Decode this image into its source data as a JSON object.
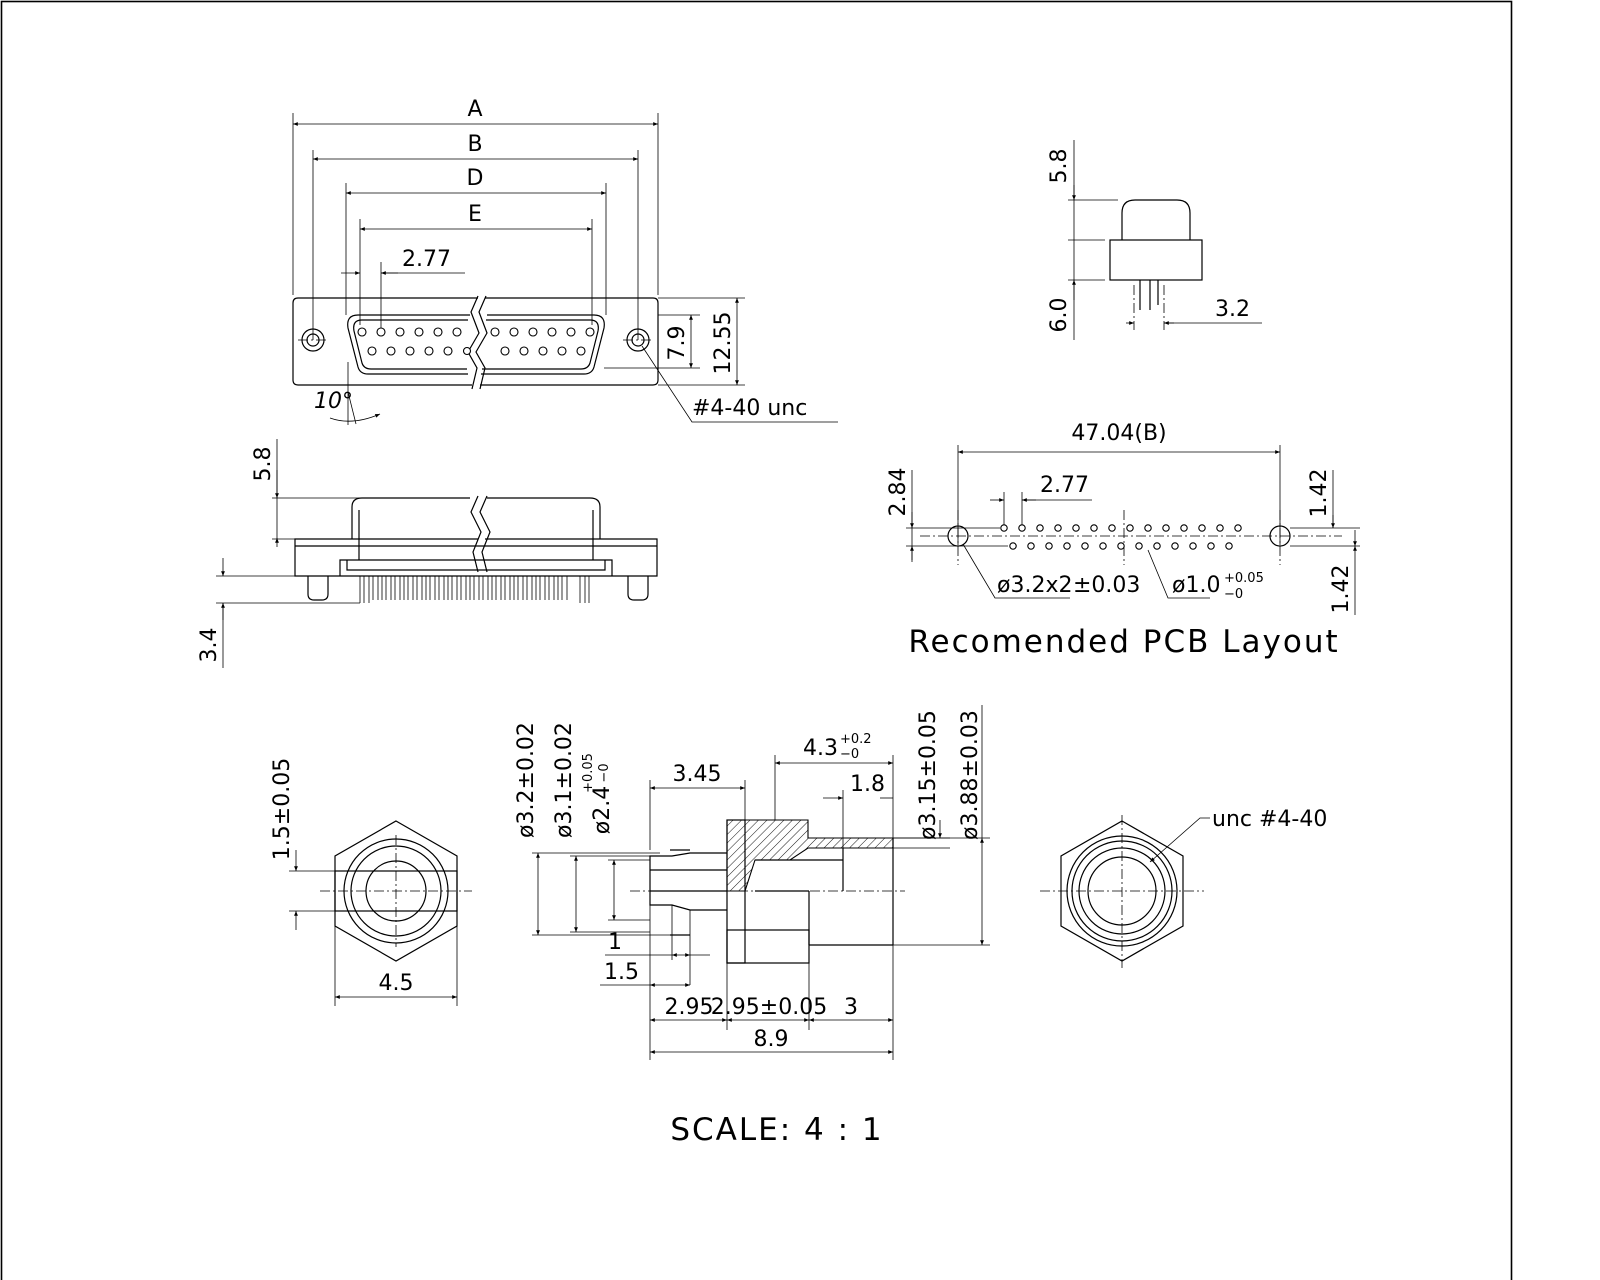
{
  "front_view": {
    "dims": {
      "a": "A",
      "b": "B",
      "d": "D",
      "e": "E",
      "pitch": "2.77",
      "h1": "7.9",
      "h2": "12.55",
      "angle": "10°"
    },
    "thread_callout": "#4-40  unc"
  },
  "side_view": {
    "height": "5.8",
    "pin_len": "3.4"
  },
  "end_view": {
    "top": "5.8",
    "bottom": "6.0",
    "pin_dist": "3.2"
  },
  "pcb_layout": {
    "b_dim": "47.04(B)",
    "pitch": "2.77",
    "row_top": "2.84",
    "row_right_top": "1.42",
    "row_right_bottom": "1.42",
    "mount_hole": "ø3.2x2",
    "mount_tol": "±0.03",
    "pin_hole": "ø1.0",
    "pin_tol_plus": "+0.05",
    "pin_tol_minus": "−0",
    "caption": "Recomended  PCB  Layout"
  },
  "hex_left": {
    "width": "4.5",
    "thick": "1.5±0.05"
  },
  "screw_section": {
    "d1": "ø3.2±0.02",
    "d2": "ø3.1±0.02",
    "d3": "ø2.4",
    "d3_tol_plus": "+0.05",
    "d3_tol_minus": "−0",
    "l345": "3.45",
    "l43": "4.3",
    "l43_tol_plus": "+0.2",
    "l43_tol_minus": "−0",
    "l18": "1.8",
    "d315": "ø3.15±0.05",
    "d388": "ø3.88±0.03",
    "l1": "1",
    "l15": "1.5",
    "l295a": "2.95",
    "l295b": "2.95±0.05",
    "l3": "3",
    "l89": "8.9"
  },
  "hex_right": {
    "callout": "unc  #4-40"
  },
  "scale_text": "SCALE:  4  :  1"
}
